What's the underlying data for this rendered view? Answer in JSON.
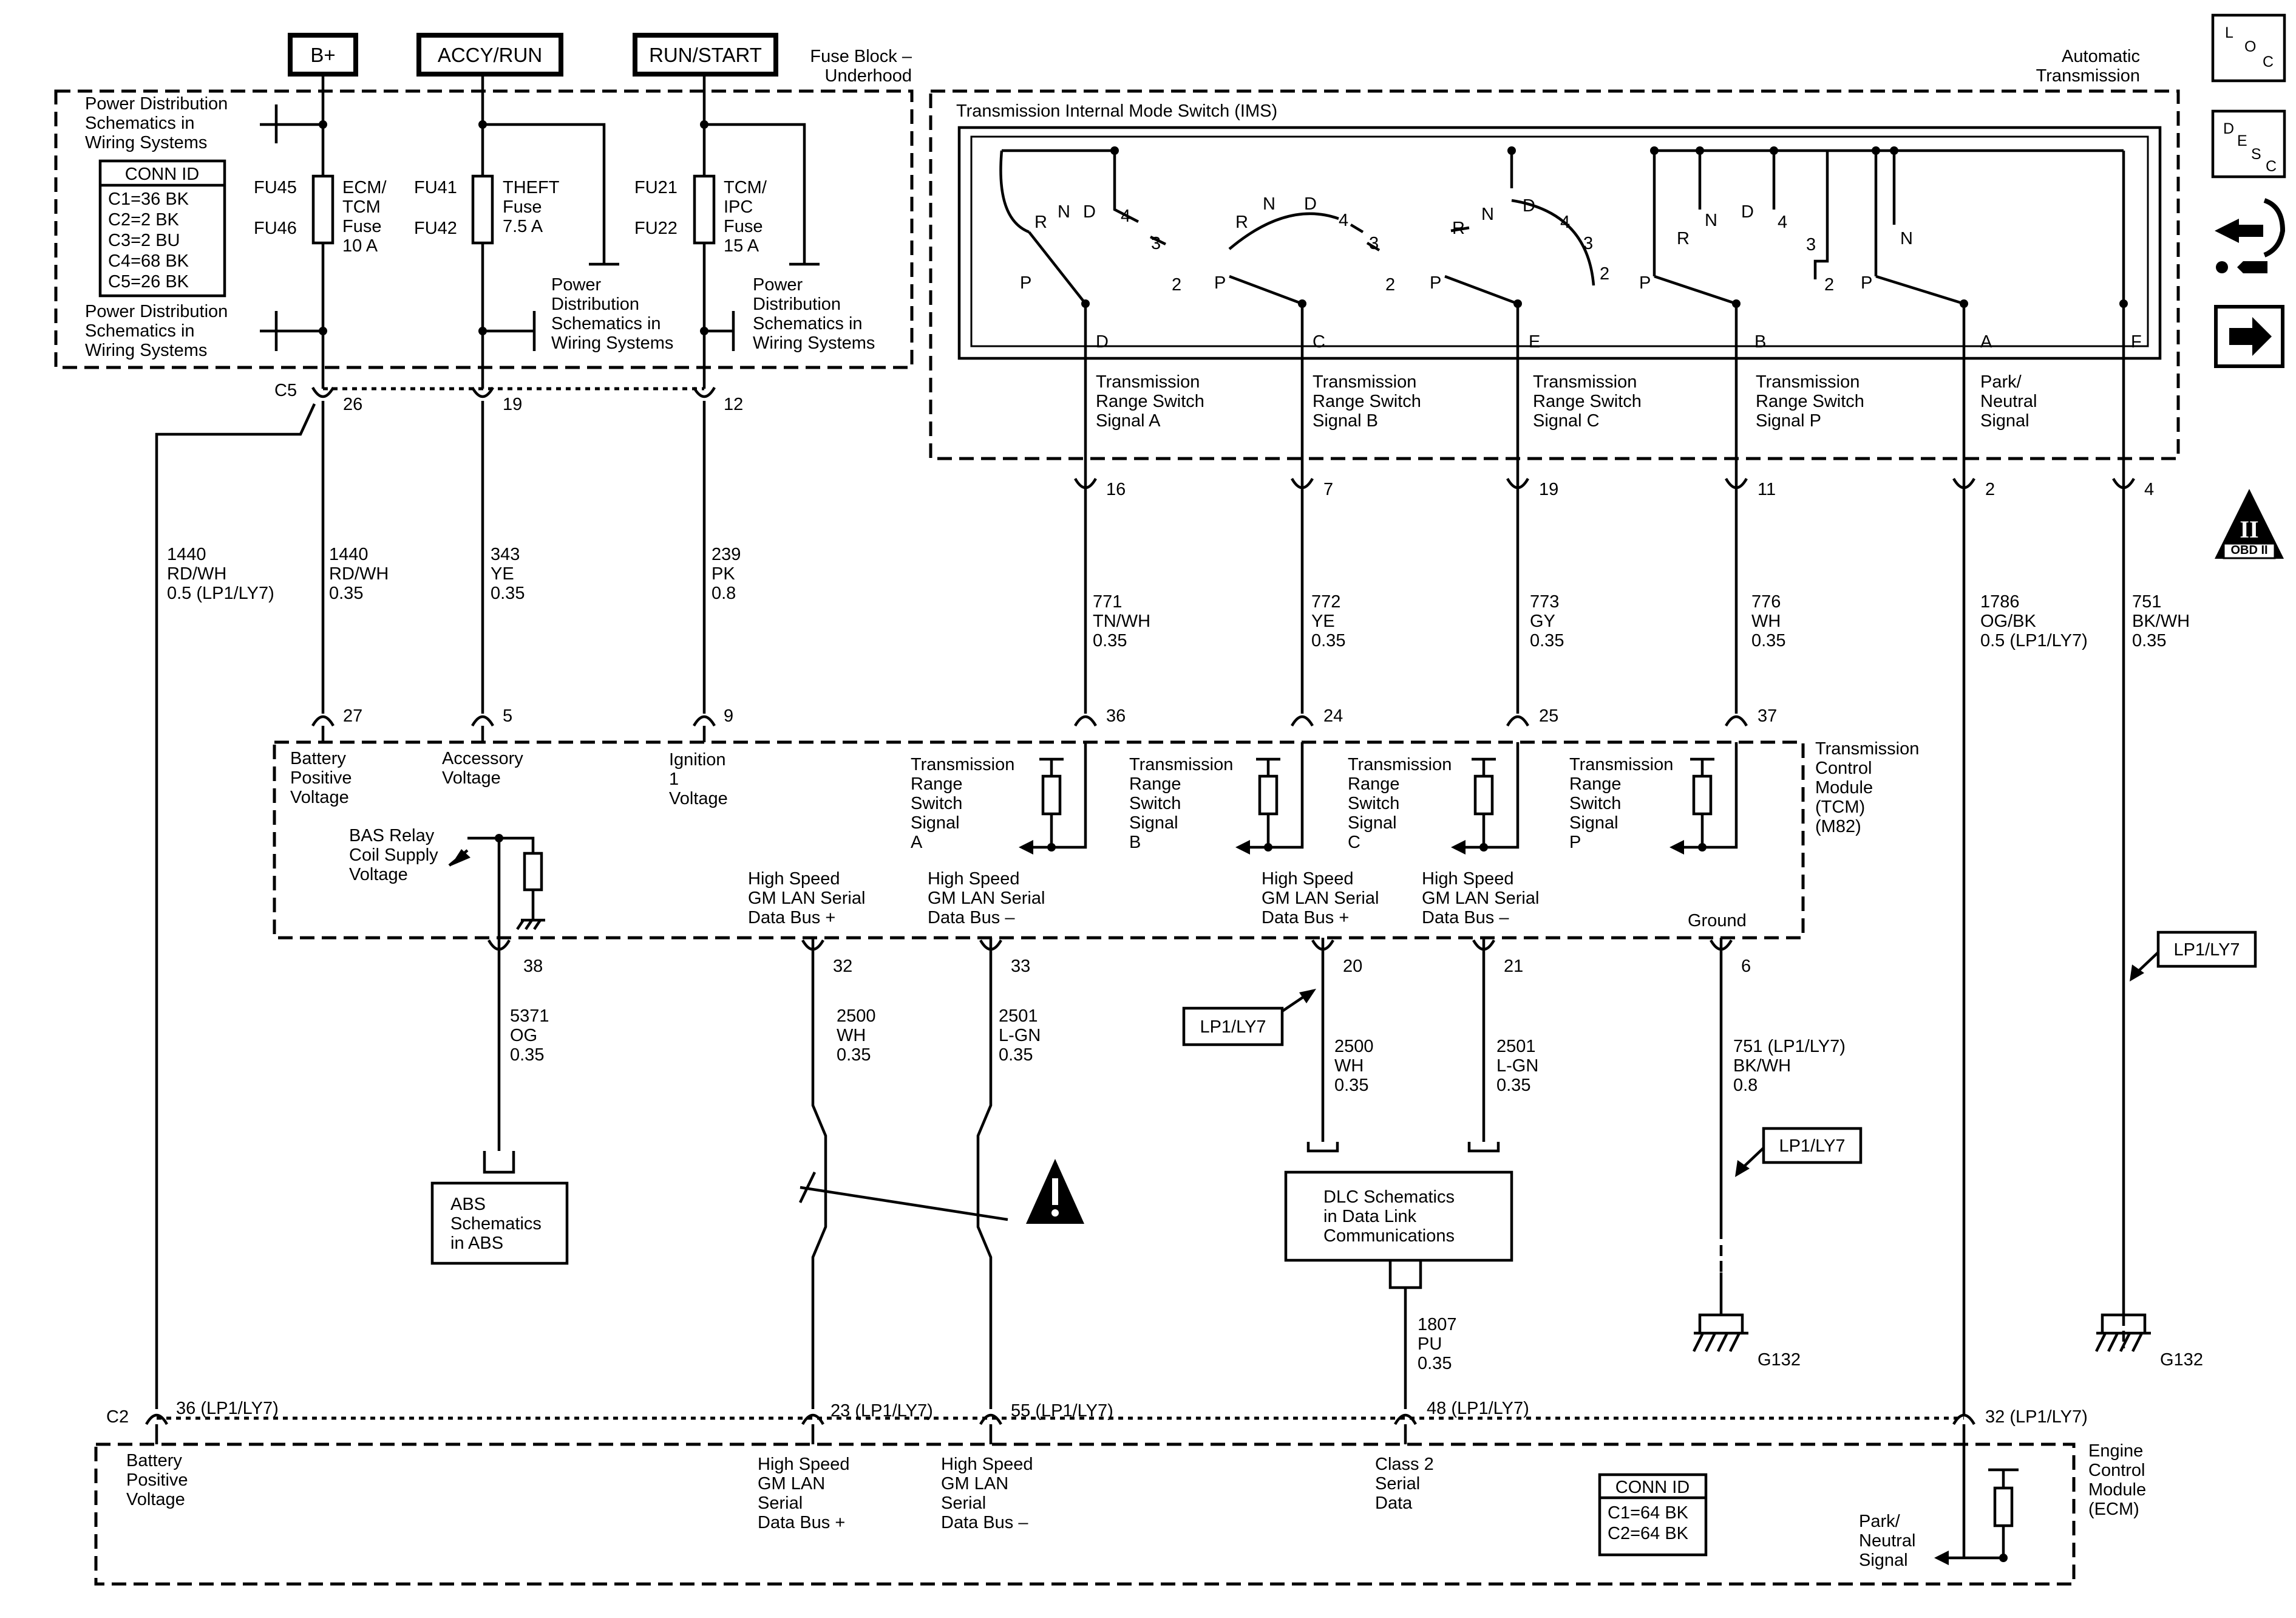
{
  "buses": {
    "b_plus": "B+",
    "accy_run": "ACCY/RUN",
    "run_start": "RUN/START"
  },
  "fuse_block": {
    "title1": "Fuse Block –",
    "title2": "Underhood",
    "pd_top": [
      "Power Distribution",
      "Schematics in",
      "Wiring Systems"
    ],
    "pd_bottom": [
      "Power Distribution",
      "Schematics in",
      "Wiring Systems"
    ],
    "pd_mid": [
      "Power",
      "Distribution",
      "Schematics in",
      "Wiring Systems"
    ],
    "pd_right": [
      "Power",
      "Distribution",
      "Schematics in",
      "Wiring Systems"
    ],
    "conn_id": {
      "title": "CONN ID",
      "rows": [
        "C1=36 BK",
        "C2=2 BK",
        "C3=2 BU",
        "C4=68 BK",
        "C5=26 BK"
      ]
    },
    "fuses": [
      {
        "id_a": "FU45",
        "id_b": "FU46",
        "label": [
          "ECM/",
          "TCM",
          "Fuse",
          "10 A"
        ]
      },
      {
        "id_a": "FU41",
        "id_b": "FU42",
        "label": [
          "THEFT",
          "Fuse",
          "7.5 A"
        ]
      },
      {
        "id_a": "FU21",
        "id_b": "FU22",
        "label": [
          "TCM/",
          "IPC",
          "Fuse",
          "15 A"
        ]
      }
    ],
    "connector": "C5",
    "pins": [
      "26",
      "19",
      "12"
    ]
  },
  "transmission": {
    "title1": "Automatic",
    "title2": "Transmission",
    "ims_title": "Transmission Internal Mode Switch (IMS)",
    "positions": {
      "p": "P",
      "r": "R",
      "n": "N",
      "d": "D",
      "four": "4",
      "three": "3",
      "two": "2"
    },
    "terminals": [
      "D",
      "C",
      "E",
      "B",
      "A",
      "F"
    ],
    "signals": [
      [
        "Transmission",
        "Range Switch",
        "Signal A"
      ],
      [
        "Transmission",
        "Range Switch",
        "Signal B"
      ],
      [
        "Transmission",
        "Range Switch",
        "Signal C"
      ],
      [
        "Transmission",
        "Range Switch",
        "Signal P"
      ],
      [
        "Park/",
        "Neutral",
        "Signal"
      ]
    ],
    "pins": [
      "16",
      "7",
      "19",
      "11",
      "2",
      "4"
    ]
  },
  "wires": {
    "w1440_ecm": [
      "1440",
      "RD/WH",
      "0.5 (LP1/LY7)"
    ],
    "w1440": [
      "1440",
      "RD/WH",
      "0.35"
    ],
    "w343": [
      "343",
      "YE",
      "0.35"
    ],
    "w239": [
      "239",
      "PK",
      "0.8"
    ],
    "w771": [
      "771",
      "TN/WH",
      "0.35"
    ],
    "w772": [
      "772",
      "YE",
      "0.35"
    ],
    "w773": [
      "773",
      "GY",
      "0.35"
    ],
    "w776": [
      "776",
      "WH",
      "0.35"
    ],
    "w1786": [
      "1786",
      "OG/BK",
      "0.5 (LP1/LY7)"
    ],
    "w751": [
      "751",
      "BK/WH",
      "0.35"
    ],
    "w5371": [
      "5371",
      "OG",
      "0.35"
    ],
    "w2500a": [
      "2500",
      "WH",
      "0.35"
    ],
    "w2501a": [
      "2501",
      "L-GN",
      "0.35"
    ],
    "w2500b": [
      "2500",
      "WH",
      "0.35"
    ],
    "w2501b": [
      "2501",
      "L-GN",
      "0.35"
    ],
    "w751g": [
      "751 (LP1/LY7)",
      "BK/WH",
      "0.8"
    ],
    "w1807": [
      "1807",
      "PU",
      "0.35"
    ]
  },
  "tcm": {
    "title": [
      "Transmission",
      "Control",
      "Module",
      "(TCM)",
      "(M82)"
    ],
    "top_pins": [
      "27",
      "5",
      "9",
      "36",
      "24",
      "25",
      "37"
    ],
    "bottom_pins": [
      "38",
      "32",
      "33",
      "20",
      "21",
      "6"
    ],
    "battery": [
      "Battery",
      "Positive",
      "Voltage"
    ],
    "accessory": [
      "Accessory",
      "Voltage"
    ],
    "ignition": [
      "Ignition",
      "1",
      "Voltage"
    ],
    "bas": [
      "BAS Relay",
      "Coil Supply",
      "Voltage"
    ],
    "range": [
      [
        "Transmission",
        "Range",
        "Switch",
        "Signal",
        "A"
      ],
      [
        "Transmission",
        "Range",
        "Switch",
        "Signal",
        "B"
      ],
      [
        "Transmission",
        "Range",
        "Switch",
        "Signal",
        "C"
      ],
      [
        "Transmission",
        "Range",
        "Switch",
        "Signal",
        "P"
      ]
    ],
    "lan_plus": [
      "High Speed",
      "GM LAN Serial",
      "Data Bus +"
    ],
    "lan_minus": [
      "High Speed",
      "GM LAN Serial",
      "Data Bus –"
    ],
    "lan_plus2": [
      "High Speed",
      "GM LAN Serial",
      "Data Bus +"
    ],
    "lan_minus2": [
      "High Speed",
      "GM LAN Serial",
      "Data Bus –"
    ],
    "ground": "Ground"
  },
  "refs": {
    "abs": [
      "ABS",
      "Schematics",
      "in ABS"
    ],
    "dlc": [
      "DLC Schematics",
      "in Data Link",
      "Communications"
    ],
    "lp1_a": "LP1/LY7",
    "lp1_b": "LP1/LY7",
    "lp1_c": "LP1/LY7",
    "g132_a": "G132",
    "g132_b": "G132"
  },
  "ecm": {
    "title": [
      "Engine",
      "Control",
      "Module",
      "(ECM)"
    ],
    "connector": "C2",
    "pins": [
      "36 (LP1/LY7)",
      "23 (LP1/LY7)",
      "55 (LP1/LY7)",
      "48 (LP1/LY7)",
      "32 (LP1/LY7)"
    ],
    "battery": [
      "Battery",
      "Positive",
      "Voltage"
    ],
    "lan_plus": [
      "High Speed",
      "GM LAN",
      "Serial",
      "Data Bus +"
    ],
    "lan_minus": [
      "High Speed",
      "GM LAN",
      "Serial",
      "Data Bus –"
    ],
    "class2": [
      "Class 2",
      "Serial",
      "Data"
    ],
    "park": [
      "Park/",
      "Neutral",
      "Signal"
    ],
    "conn_id": {
      "title": "CONN ID",
      "rows": [
        "C1=64 BK",
        "C2=64 BK"
      ]
    }
  },
  "icons": {
    "loc": [
      "L",
      "O",
      "C"
    ],
    "desc": [
      "D",
      "E",
      "S",
      "C"
    ],
    "obd": "OBD II",
    "obd_mark": "II"
  }
}
